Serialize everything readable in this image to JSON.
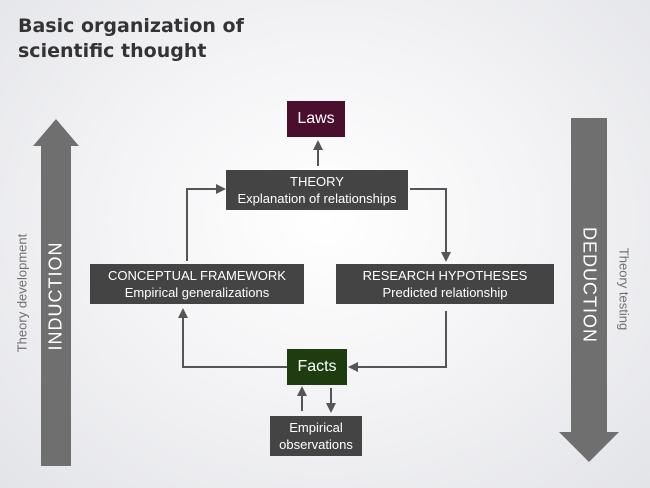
{
  "title": {
    "line1": "Basic organization of",
    "line2": "scientific thought"
  },
  "laws": "Laws",
  "theory": {
    "heading": "THEORY",
    "sub": "Explanation of relationships"
  },
  "conceptual": {
    "heading": "CONCEPTUAL FRAMEWORK",
    "sub": "Empirical generalizations"
  },
  "research": {
    "heading": "RESEARCH HYPOTHESES",
    "sub": "Predicted relationship"
  },
  "facts": "Facts",
  "empirical": {
    "line1": "Empirical",
    "line2": "observations"
  },
  "left_side": {
    "label": "INDUCTION",
    "caption": "Theory development"
  },
  "right_side": {
    "label": "DEDUCTION",
    "caption": "Theory testing"
  },
  "colors": {
    "box": "#444444",
    "laws": "#4a0f2c",
    "facts": "#1d3d10",
    "big_arrow": "#6f6f6f",
    "connector": "#555555"
  }
}
